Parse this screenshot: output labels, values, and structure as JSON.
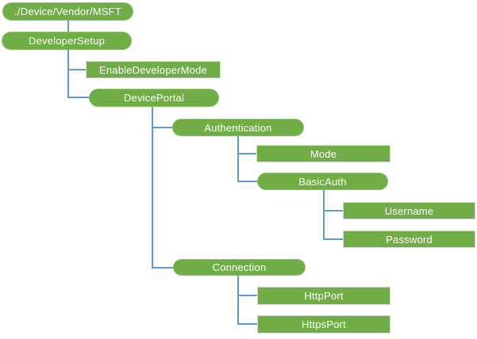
{
  "diagram": {
    "type": "tree",
    "colors": {
      "node_fill": "#70AD47",
      "node_text": "#FFFFFF",
      "connector": "#5B9BD5",
      "rect_border": "#D9D9D9"
    },
    "nodes": [
      {
        "id": "root",
        "label": "./Device/Vendor/MSFT",
        "shape": "pill",
        "parent": null
      },
      {
        "id": "devsetup",
        "label": "DeveloperSetup",
        "shape": "pill",
        "parent": "root"
      },
      {
        "id": "enabledev",
        "label": "EnableDeveloperMode",
        "shape": "rect",
        "parent": "devsetup"
      },
      {
        "id": "devportal",
        "label": "DevicePortal",
        "shape": "pill",
        "parent": "devsetup"
      },
      {
        "id": "auth",
        "label": "Authentication",
        "shape": "pill",
        "parent": "devportal"
      },
      {
        "id": "mode",
        "label": "Mode",
        "shape": "rect",
        "parent": "auth"
      },
      {
        "id": "basicauth",
        "label": "BasicAuth",
        "shape": "pill",
        "parent": "auth"
      },
      {
        "id": "username",
        "label": "Username",
        "shape": "rect",
        "parent": "basicauth"
      },
      {
        "id": "password",
        "label": "Password",
        "shape": "rect",
        "parent": "basicauth"
      },
      {
        "id": "connection",
        "label": "Connection",
        "shape": "pill",
        "parent": "devportal"
      },
      {
        "id": "httpport",
        "label": "HttpPort",
        "shape": "rect",
        "parent": "connection"
      },
      {
        "id": "httpsport",
        "label": "HttpsPort",
        "shape": "rect",
        "parent": "connection"
      }
    ]
  }
}
